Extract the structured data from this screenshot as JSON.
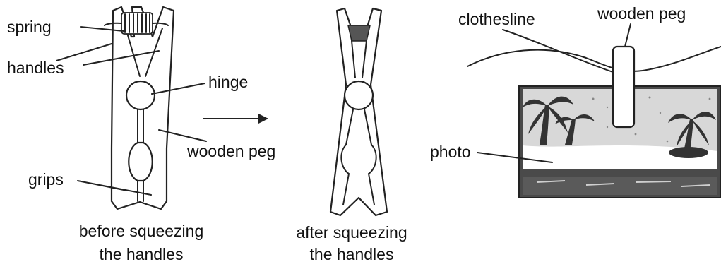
{
  "labels": {
    "spring": "spring",
    "handles": "handles",
    "hinge": "hinge",
    "wooden_peg": "wooden peg",
    "grips": "grips",
    "clothesline": "clothesline",
    "wooden_peg_right": "wooden peg",
    "photo": "photo"
  },
  "captions": {
    "before_line1": "before squeezing",
    "before_line2": "the handles",
    "after_line1": "after squeezing",
    "after_line2": "the handles"
  },
  "colors": {
    "ink": "#222222",
    "photo_dark": "#4a4a4a",
    "photo_light": "#d8d8d8",
    "spring_fill": "#555555"
  }
}
